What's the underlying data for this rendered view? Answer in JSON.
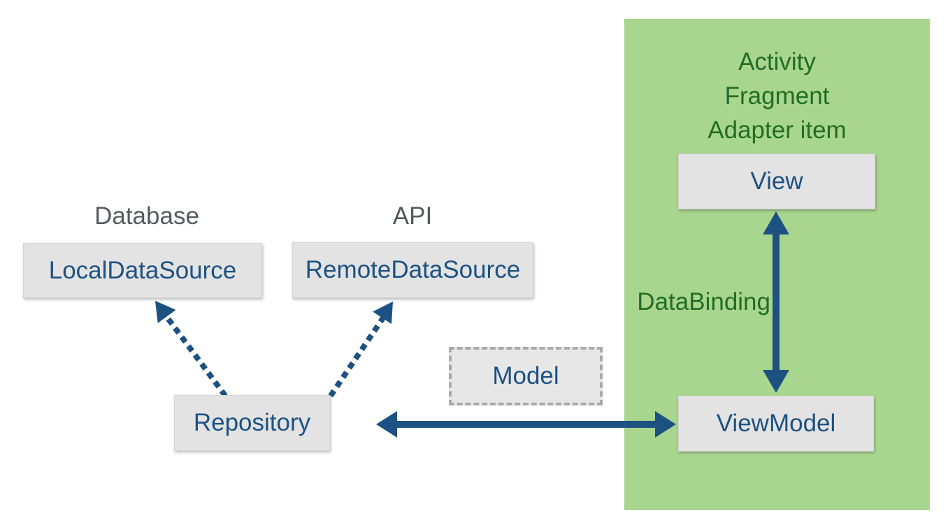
{
  "panel": {
    "title_lines": [
      "Activity",
      "Fragment",
      "Adapter item"
    ],
    "databinding_label": "DataBinding"
  },
  "labels": {
    "database": "Database",
    "api": "API"
  },
  "nodes": {
    "view": "View",
    "view_model": "ViewModel",
    "repository": "Repository",
    "model": "Model",
    "local_data_source": "LocalDataSource",
    "remote_data_source": "RemoteDataSource"
  },
  "colors": {
    "panel_green": "#a9d68f",
    "green_text": "#226d24",
    "node_text_blue": "#1d5183",
    "arrow_blue": "#1d5182",
    "heading_gray": "#555a5f",
    "node_fill": "#e3e3e3",
    "model_fill": "#e7e7e7",
    "model_border_gray": "#a9a9a9"
  }
}
